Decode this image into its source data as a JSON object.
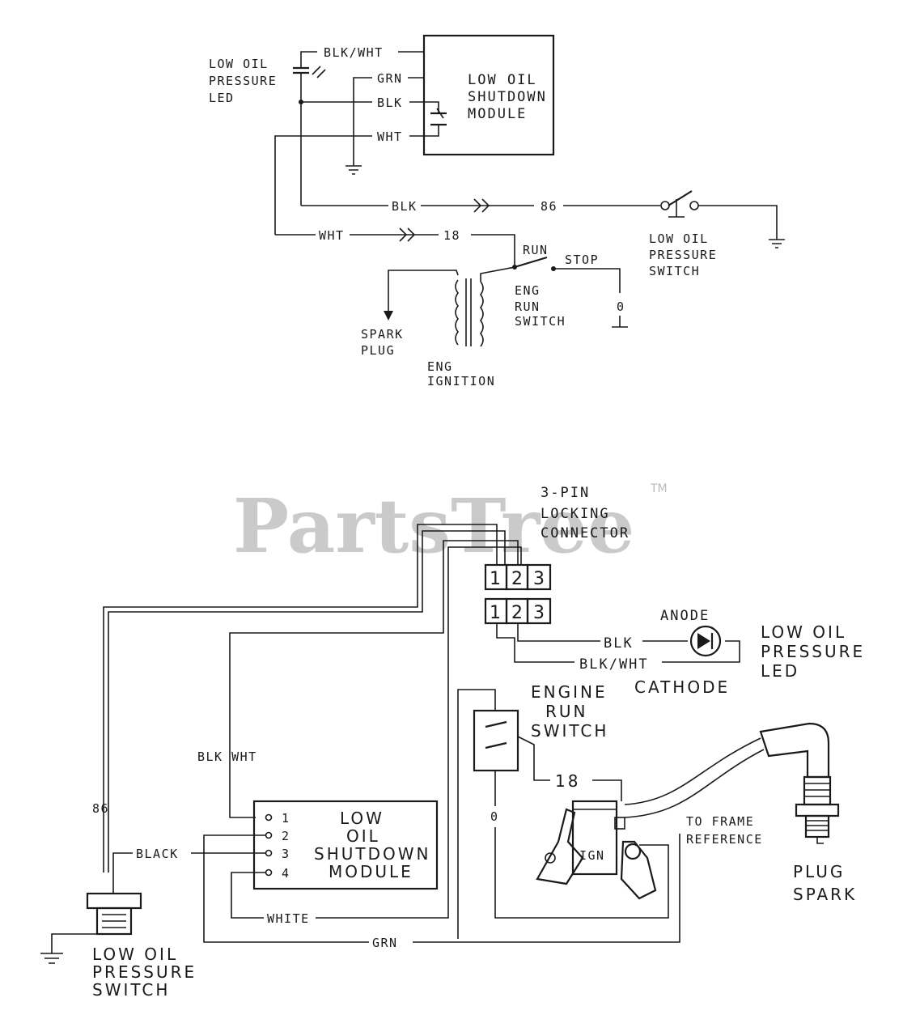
{
  "watermark": {
    "text": "PartsTree",
    "tm": "TM"
  },
  "top": {
    "led_label": [
      "LOW OIL",
      "PRESSURE",
      "LED"
    ],
    "module_label": [
      "LOW OIL",
      "SHUTDOWN",
      "MODULE"
    ],
    "wire_blk_wht": "BLK/WHT",
    "wire_grn": "GRN",
    "wire_blk": "BLK",
    "wire_wht": "WHT",
    "wire_blk_run": "BLK",
    "wire_86": "86",
    "wire_wht_run": "WHT",
    "wire_18": "18",
    "pressure_switch_label": [
      "LOW OIL",
      "PRESSURE",
      "SWITCH"
    ],
    "run": "RUN",
    "stop": "STOP",
    "run_switch_label": [
      "ENG",
      "RUN",
      "SWITCH"
    ],
    "zero": "0",
    "spark_plug": [
      "SPARK",
      "PLUG"
    ],
    "ignition_label": [
      "ENG",
      "IGNITION"
    ]
  },
  "bottom": {
    "connector_label": [
      "3-PIN",
      "LOCKING",
      "CONNECTOR"
    ],
    "pins": [
      "1",
      "2",
      "3"
    ],
    "anode": "ANODE",
    "cathode": "CATHODE",
    "wire_blk": "BLK",
    "wire_blk_wht": "BLK/WHT",
    "led_label": [
      "LOW OIL",
      "PRESSURE",
      "LED"
    ],
    "run_switch_label": [
      "ENGINE",
      "RUN",
      "SWITCH"
    ],
    "wire_blk_wht_vert": "BLK WHT",
    "wire_86": "86",
    "wire_18": "18",
    "wire_0": "0",
    "module_pins": [
      "1",
      "2",
      "3",
      "4"
    ],
    "module_label": [
      "LOW",
      "OIL",
      "SHUTDOWN",
      "MODULE"
    ],
    "wire_black": "BLACK",
    "wire_white": "WHITE",
    "wire_grn": "GRN",
    "ign": "IGN",
    "frame_ref": [
      "TO FRAME",
      "REFERENCE"
    ],
    "plug_spark": [
      "PLUG",
      "SPARK"
    ],
    "pressure_switch_label": [
      "LOW OIL",
      "PRESSURE",
      "SWITCH"
    ]
  }
}
